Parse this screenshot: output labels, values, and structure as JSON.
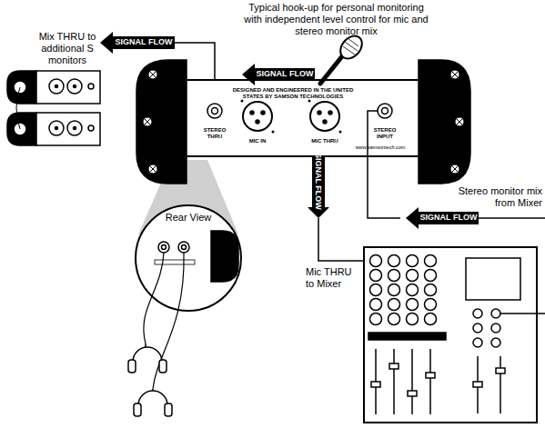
{
  "diagram": {
    "nodes": [
      {
        "text": [
          "DESIGNED AND ENGINEERED IN THE UNITED STATES BY SAMSON TECHNOLOGIES",
          "MIC IN",
          "MIC THRU",
          "STEREO INPUT",
          "STEREO THRU",
          "www.samsontech.com"
        ]
      },
      {
        "text": [
          "Rear View"
        ]
      }
    ],
    "labels": [
      "Typical hook-up for personal monitoring with independent level control for mic and stereo monitor mix",
      "Mix THRU to additional S monitors",
      "SIGNAL FLOW",
      "SIGNAL FLOW",
      "SIGNAL FLOW",
      "SIGNAL FLOW",
      "Mic THRU to Mixer",
      "Stereo monitor mix from Mixer"
    ]
  }
}
